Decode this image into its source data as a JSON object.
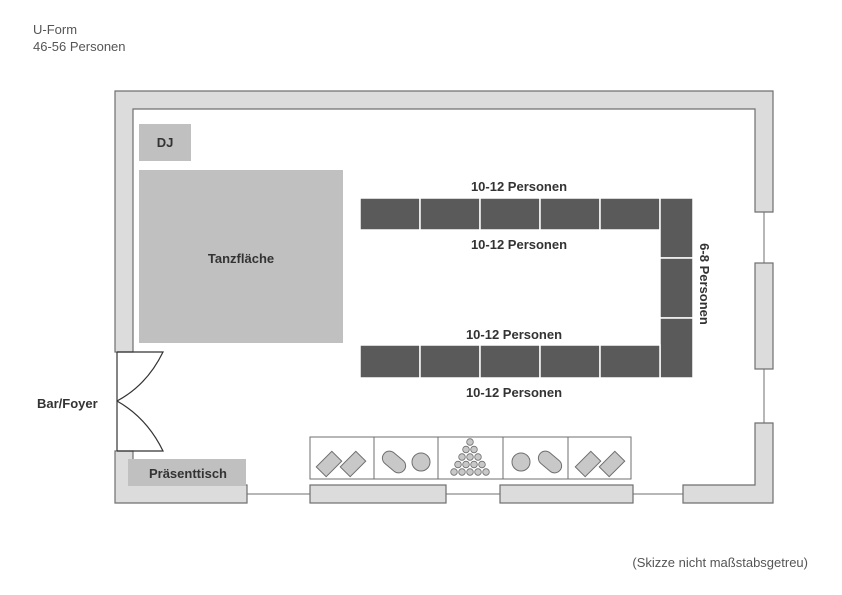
{
  "header": {
    "layout_name": "U-Form",
    "capacity": "46-56 Personen"
  },
  "room": {
    "dj": "DJ",
    "dance_floor": "Tanzfläche",
    "entrance": "Bar/Foyer",
    "presentation_table": "Präsenttisch"
  },
  "tables": {
    "top_row_outer": "10-12 Personen",
    "top_row_inner": "10-12 Personen",
    "bottom_row_inner": "10-12 Personen",
    "bottom_row_outer": "10-12 Personen",
    "side_column": "6-8 Personen"
  },
  "footer": {
    "note": "(Skizze nicht maßstabsgetreu)"
  },
  "colors": {
    "wall_fill": "#dcdcdc",
    "wall_stroke": "#6f6f6f",
    "table_fill": "#5a5a5a",
    "area_fill": "#c0c0c0",
    "text": "#333333"
  }
}
